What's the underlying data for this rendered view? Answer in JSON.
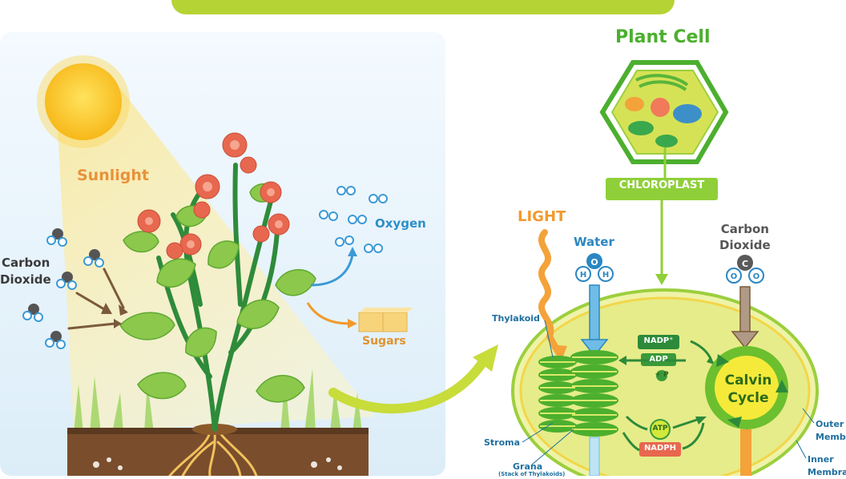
{
  "left_panel": {
    "sunlight_label": "Sunlight",
    "carbon_dioxide_label_line1": "Carbon",
    "carbon_dioxide_label_line2": "Dioxide",
    "oxygen_label": "Oxygen",
    "sugars_label": "Sugars"
  },
  "right_panel": {
    "plant_cell_title": "Plant Cell",
    "chloroplast_label": "CHLOROPLAST",
    "light_label": "LIGHT",
    "water_label": "Water",
    "carbon_dioxide_line1": "Carbon",
    "carbon_dioxide_line2": "Dioxide",
    "thylakoid_label": "Thylakoid",
    "stroma_label": "Stroma",
    "grana_label": "Grana",
    "grana_sub_label": "(Stack of Thylakoids)",
    "outer_membrane_line1": "Outer",
    "outer_membrane_line2": "Membrane",
    "inner_membrane_line1": "Inner",
    "inner_membrane_line2": "Membrane",
    "calvin_cycle_line1": "Calvin",
    "calvin_cycle_line2": "Cycle",
    "nadp_label": "NADP⁺",
    "adp_label": "ADP",
    "plus_p_label": "+ P",
    "atp_label": "ATP",
    "nadph_label": "NADPH",
    "water_atoms": [
      "O",
      "H",
      "H"
    ],
    "co2_atoms": [
      "C",
      "O",
      "O"
    ]
  },
  "colors": {
    "banner_green": "#b5d334",
    "sky_blue": "#e3f2fb",
    "sun_yellow": "#f9c31b",
    "leaf_green": "#7cc04a",
    "stem_green": "#2e8b3a",
    "flower_red": "#e8674f",
    "soil_brown": "#7a4e2c",
    "chloroplast_fill": "#e6ec8a",
    "chloroplast_outline": "#9ccf3e",
    "thylakoid_green": "#4caf2e",
    "calvin_green": "#6cbf2e",
    "arrow_blue": "#4aa5d6",
    "arrow_orange": "#f4a23a"
  }
}
